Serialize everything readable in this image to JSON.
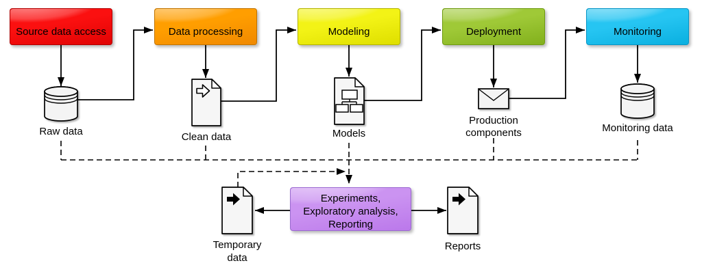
{
  "diagram": {
    "stages": [
      {
        "label": "Source data access",
        "icon": "database-icon",
        "artifact_label": "Raw data",
        "colors": {
          "fill": "#fb1010",
          "fill_dark": "#e20404",
          "border": "#b00000"
        }
      },
      {
        "label": "Data processing",
        "icon": "document-export-icon",
        "artifact_label": "Clean data",
        "colors": {
          "fill": "#ff9e00",
          "fill_dark": "#f18a00",
          "border": "#c07300"
        }
      },
      {
        "label": "Modeling",
        "icon": "document-hierarchy-icon",
        "artifact_label": "Models",
        "colors": {
          "fill": "#f3f316",
          "fill_dark": "#e0e000",
          "border": "#b3b300"
        }
      },
      {
        "label": "Deployment",
        "icon": "envelope-icon",
        "artifact_label": "Production components",
        "colors": {
          "fill": "#9fc937",
          "fill_dark": "#84b21e",
          "border": "#6e9a10"
        }
      },
      {
        "label": "Monitoring",
        "icon": "database-icon",
        "artifact_label": "Monitoring data",
        "colors": {
          "fill": "#26c5f2",
          "fill_dark": "#0cb1e1",
          "border": "#0795c5"
        }
      }
    ],
    "hub": {
      "lines": [
        "Experiments,",
        "Exploratory analysis,",
        "Reporting"
      ],
      "colors": {
        "fill": "#cb93f1",
        "fill_dark": "#bc7aeb",
        "border": "#9a6ad0"
      }
    },
    "outputs": [
      {
        "icon": "document-arrow-icon",
        "label": "Temporary data"
      },
      {
        "icon": "document-arrow-icon",
        "label": "Reports"
      }
    ]
  }
}
